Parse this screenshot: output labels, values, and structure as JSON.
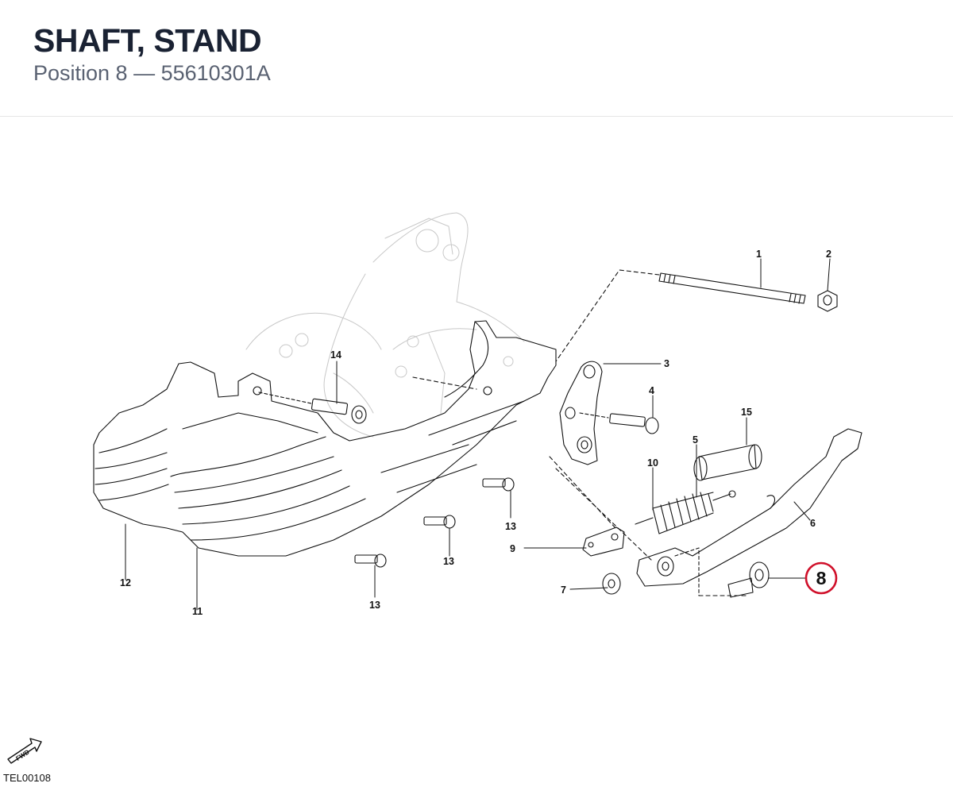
{
  "header": {
    "title": "SHAFT, STAND",
    "subtitle": "Position 8 — 55610301A"
  },
  "diagram": {
    "callouts": {
      "c1": "1",
      "c2": "2",
      "c3": "3",
      "c4": "4",
      "c5": "5",
      "c6": "6",
      "c7": "7",
      "c8": "8",
      "c9": "9",
      "c10": "10",
      "c11": "11",
      "c12": "12",
      "c13a": "13",
      "c13b": "13",
      "c13c": "13",
      "c14": "14",
      "c15": "15"
    },
    "highlight_color": "#d0102a",
    "forward_icon": "fwd-arrow-icon",
    "figure_id": "TEL00108"
  }
}
